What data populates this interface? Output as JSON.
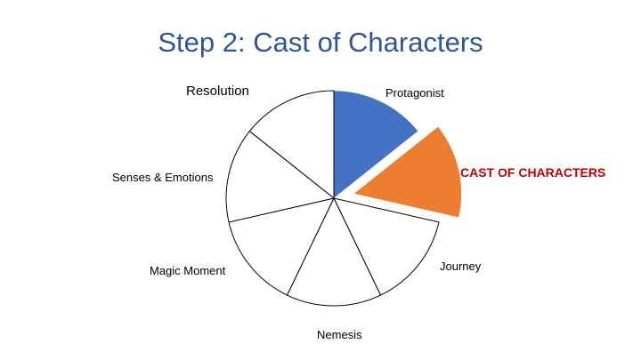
{
  "title": "Step 2: Cast of Characters",
  "colors": {
    "title": "#2f5597",
    "protagonist": "#4472c4",
    "cast": "#ed7d31",
    "highlight_text": "#c00000"
  },
  "chart_data": {
    "type": "pie",
    "title": "Step 2: Cast of Characters",
    "slices": [
      {
        "label": "Protagonist",
        "value": 1,
        "fill": "#4472c4",
        "exploded": false
      },
      {
        "label": "CAST OF CHARACTERS",
        "value": 1,
        "fill": "#ed7d31",
        "exploded": true
      },
      {
        "label": "Journey",
        "value": 1,
        "fill": "#ffffff",
        "exploded": false
      },
      {
        "label": "Nemesis",
        "value": 1,
        "fill": "#ffffff",
        "exploded": false
      },
      {
        "label": "Magic Moment",
        "value": 1,
        "fill": "#ffffff",
        "exploded": false
      },
      {
        "label": "Senses & Emotions",
        "value": 1,
        "fill": "#ffffff",
        "exploded": false
      },
      {
        "label": "Resolution",
        "value": 1,
        "fill": "#ffffff",
        "exploded": false
      }
    ]
  }
}
